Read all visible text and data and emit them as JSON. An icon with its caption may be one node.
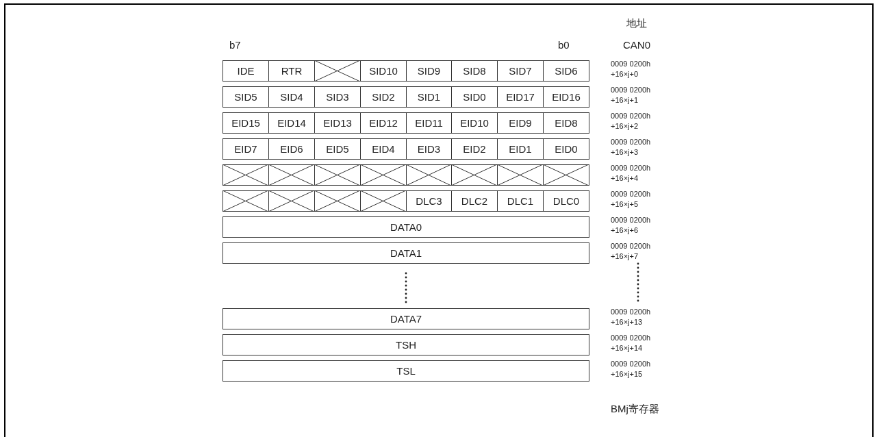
{
  "diagram": {
    "labels": [
      "地址",
      "b7",
      "b0",
      "CAN0",
      "IDE",
      "RTR",
      "SID10",
      "SID9",
      "SID8",
      "SID7",
      "SID6",
      "0009 0200h +16×j+0",
      "SID5",
      "SID4",
      "SID3",
      "SID2",
      "SID1",
      "SID0",
      "EID17",
      "EID16",
      "0009 0200h +16×j+1",
      "EID15",
      "EID14",
      "EID13",
      "EID12",
      "EID11",
      "EID10",
      "EID9",
      "EID8",
      "0009 0200h +16×j+2",
      "EID7",
      "EID6",
      "EID5",
      "EID4",
      "EID3",
      "EID2",
      "EID1",
      "EID0",
      "0009 0200h +16×j+3",
      "0009 0200h +16×j+4",
      "DLC3",
      "DLC2",
      "DLC1",
      "DLC0",
      "0009 0200h +16×j+5",
      "DATA0",
      "0009 0200h +16×j+6",
      "DATA1",
      "0009 0200h +16×j+7",
      "DATA7",
      "0009 0200h +16×j+13",
      "TSH",
      "0009 0200h +16×j+14",
      "TSL",
      "0009 0200h +16×j+15",
      "BMj寄存器"
    ]
  }
}
